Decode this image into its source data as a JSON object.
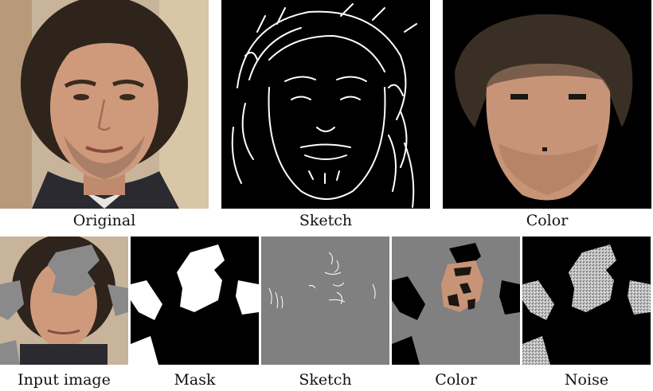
{
  "top_row": {
    "original_label": "Original",
    "sketch_label": "Sketch",
    "color_label": "Color"
  },
  "bottom_row": {
    "input_label": "Input image",
    "mask_label": "Mask",
    "sketch_label": "Sketch",
    "color_label": "Color",
    "noise_label": "Noise"
  },
  "colors": {
    "mask_fill": "#8a8a8a",
    "sketch_bg": "#808080",
    "skin_tone": "#c89478",
    "hair_tone": "#3a2f24"
  }
}
